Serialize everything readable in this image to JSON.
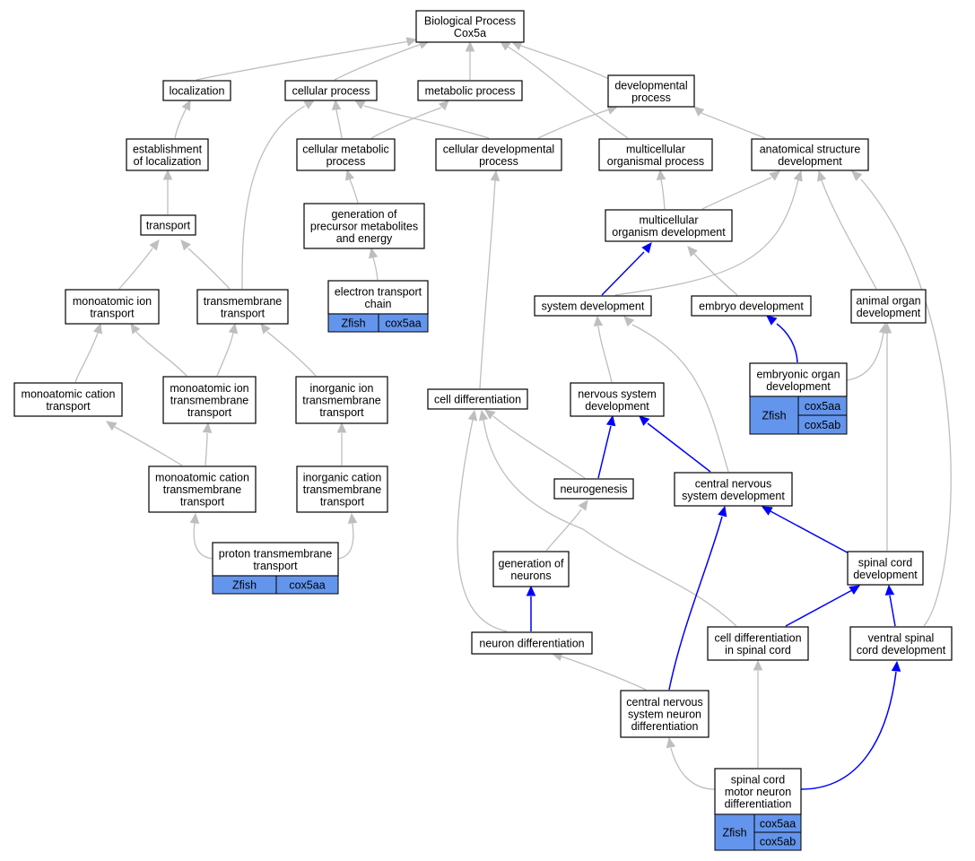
{
  "colors": {
    "annotation": "#6495ed",
    "edge_default": "#bebebe",
    "edge_highlight": "#0000ff"
  },
  "nodes": {
    "root": {
      "lines": [
        "Biological Process",
        "Cox5a"
      ]
    },
    "localization": {
      "lines": [
        "localization"
      ]
    },
    "cellular_process": {
      "lines": [
        "cellular process"
      ]
    },
    "metabolic_process": {
      "lines": [
        "metabolic process"
      ]
    },
    "developmental_process": {
      "lines": [
        "developmental",
        "process"
      ]
    },
    "establishment": {
      "lines": [
        "establishment",
        "of localization"
      ]
    },
    "cellular_metabolic": {
      "lines": [
        "cellular metabolic",
        "process"
      ]
    },
    "cellular_developmental": {
      "lines": [
        "cellular developmental",
        "process"
      ]
    },
    "multicellular_organismal": {
      "lines": [
        "multicellular",
        "organismal process"
      ]
    },
    "anatomical_structure": {
      "lines": [
        "anatomical structure",
        "development"
      ]
    },
    "transport": {
      "lines": [
        "transport"
      ]
    },
    "generation_precursor": {
      "lines": [
        "generation of",
        "precursor metabolites",
        "and energy"
      ]
    },
    "multicellular_organism_dev": {
      "lines": [
        "multicellular",
        "organism development"
      ]
    },
    "monoatomic_ion": {
      "lines": [
        "monoatomic ion",
        "transport"
      ]
    },
    "transmembrane": {
      "lines": [
        "transmembrane",
        "transport"
      ]
    },
    "electron_transport": {
      "lines": [
        "electron transport",
        "chain"
      ],
      "annotation": {
        "species": "Zfish",
        "genes": [
          "cox5aa"
        ]
      }
    },
    "system_dev": {
      "lines": [
        "system development"
      ]
    },
    "embryo_dev": {
      "lines": [
        "embryo development"
      ]
    },
    "animal_organ": {
      "lines": [
        "animal organ",
        "development"
      ]
    },
    "embryonic_organ": {
      "lines": [
        "embryonic organ",
        "development"
      ],
      "annotation": {
        "species": "Zfish",
        "genes": [
          "cox5aa",
          "cox5ab"
        ]
      }
    },
    "monoatomic_cation": {
      "lines": [
        "monoatomic cation",
        "transport"
      ]
    },
    "monoatomic_ion_tm": {
      "lines": [
        "monoatomic ion",
        "transmembrane",
        "transport"
      ]
    },
    "inorganic_ion_tm": {
      "lines": [
        "inorganic ion",
        "transmembrane",
        "transport"
      ]
    },
    "cell_differentiation": {
      "lines": [
        "cell differentiation"
      ]
    },
    "nervous_system_dev": {
      "lines": [
        "nervous system",
        "development"
      ]
    },
    "monoatomic_cation_tm": {
      "lines": [
        "monoatomic cation",
        "transmembrane",
        "transport"
      ]
    },
    "inorganic_cation_tm": {
      "lines": [
        "inorganic cation",
        "transmembrane",
        "transport"
      ]
    },
    "neurogenesis": {
      "lines": [
        "neurogenesis"
      ]
    },
    "cns_dev": {
      "lines": [
        "central nervous",
        "system development"
      ]
    },
    "proton_tm": {
      "lines": [
        "proton transmembrane",
        "transport"
      ],
      "annotation": {
        "species": "Zfish",
        "genes": [
          "cox5aa"
        ]
      }
    },
    "generation_neurons": {
      "lines": [
        "generation of",
        "neurons"
      ]
    },
    "spinal_cord_dev": {
      "lines": [
        "spinal cord",
        "development"
      ]
    },
    "neuron_differentiation": {
      "lines": [
        "neuron differentiation"
      ]
    },
    "cell_diff_spinal": {
      "lines": [
        "cell differentiation",
        "in spinal cord"
      ]
    },
    "ventral_spinal": {
      "lines": [
        "ventral spinal",
        "cord development"
      ]
    },
    "cns_neuron_diff": {
      "lines": [
        "central nervous",
        "system neuron",
        "differentiation"
      ]
    },
    "spinal_motor": {
      "lines": [
        "spinal cord",
        "motor neuron",
        "differentiation"
      ],
      "annotation": {
        "species": "Zfish",
        "genes": [
          "cox5aa",
          "cox5ab"
        ]
      }
    }
  }
}
